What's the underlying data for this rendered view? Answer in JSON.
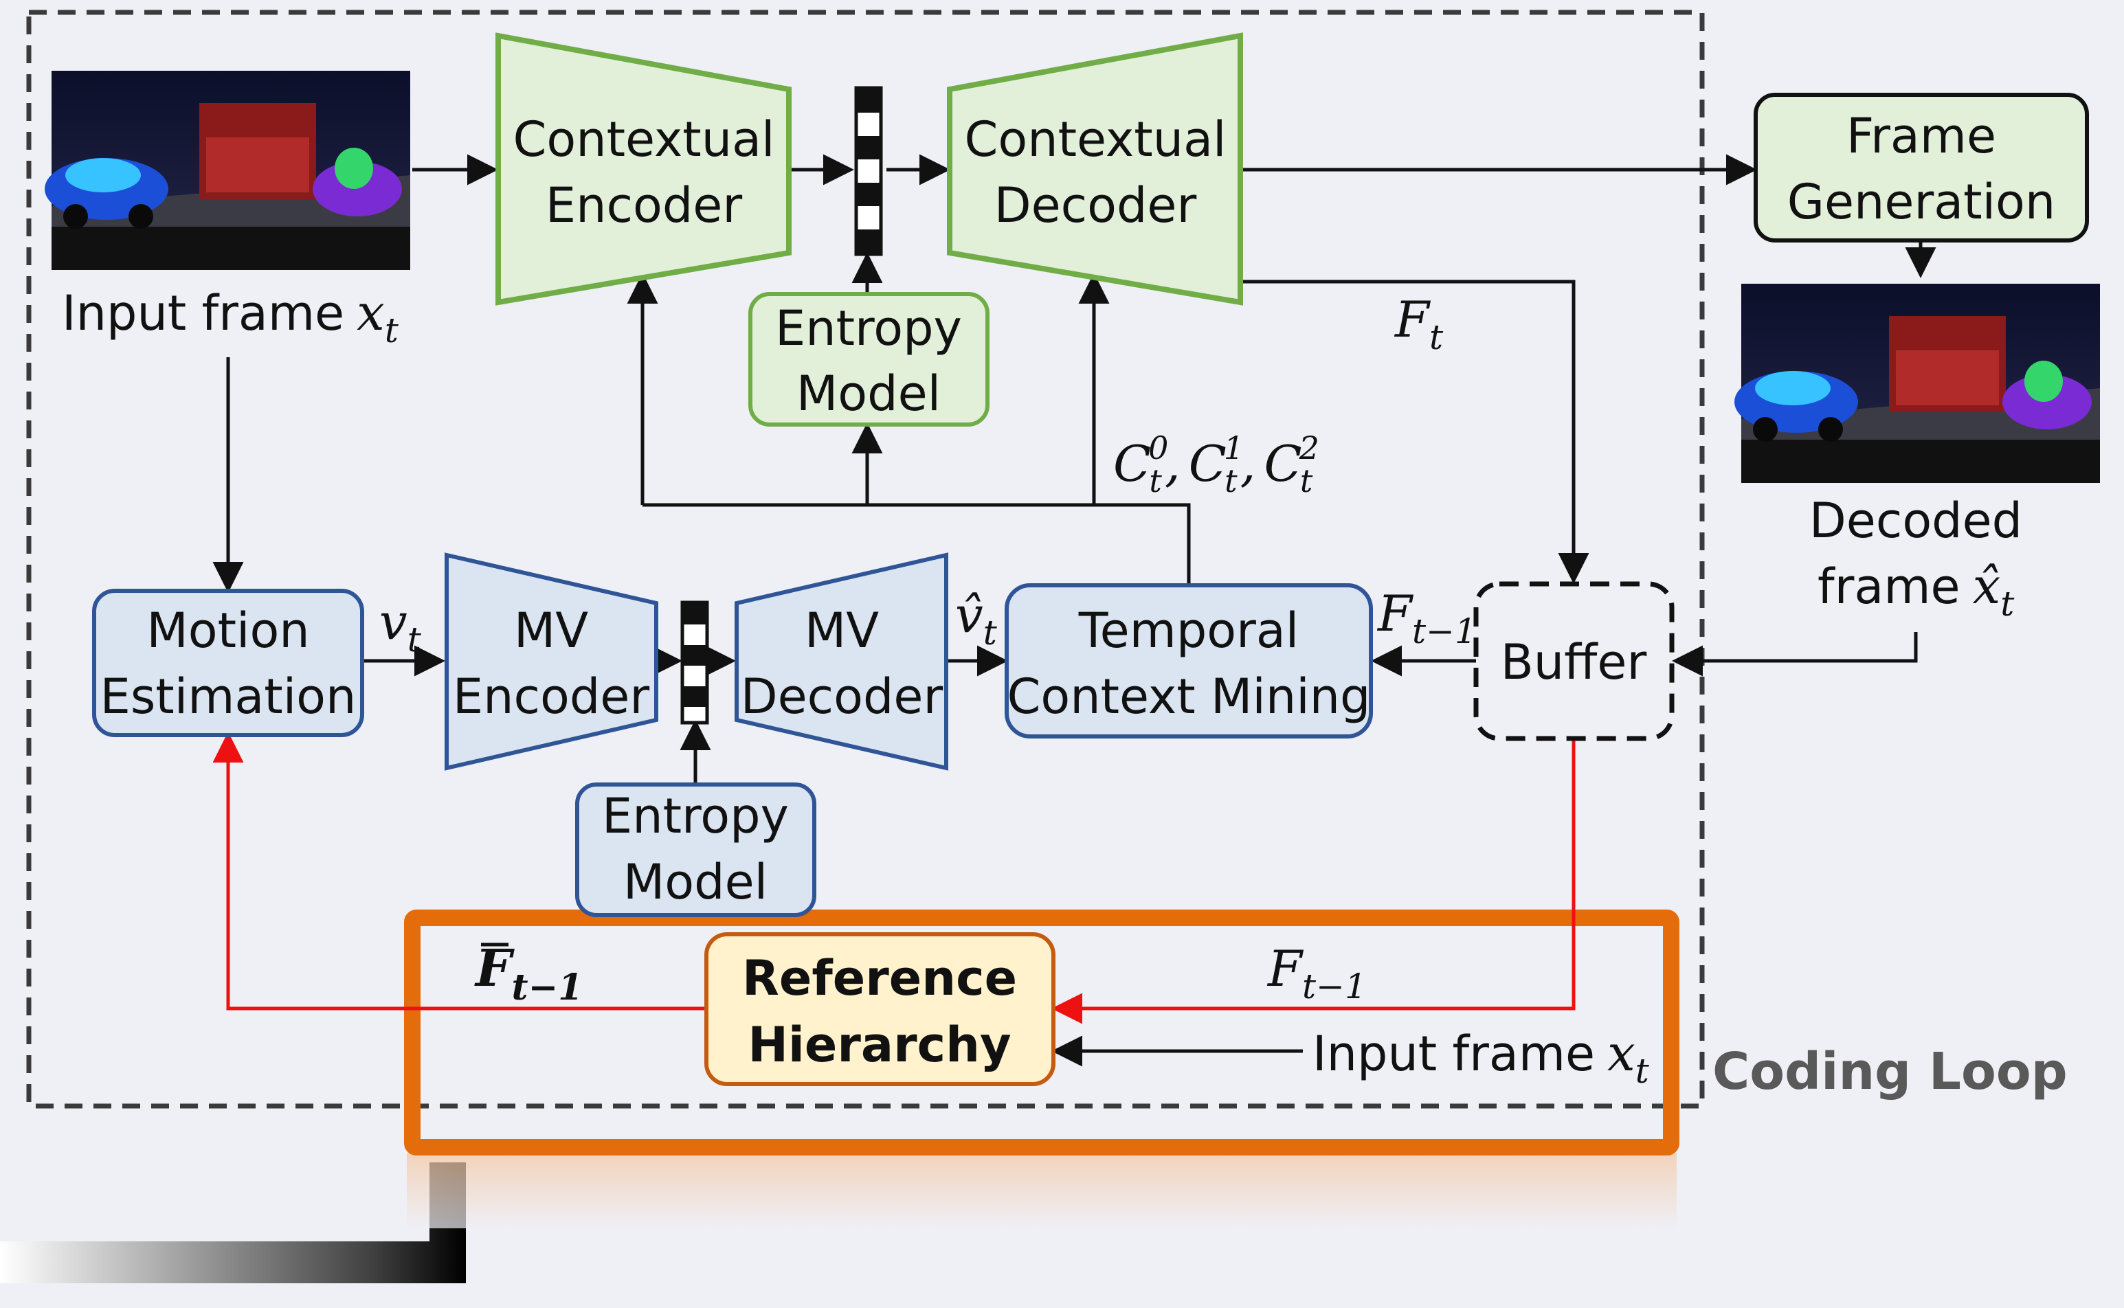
{
  "contextual_encoder": {
    "line1": "Contextual",
    "line2": "Encoder"
  },
  "contextual_decoder": {
    "line1": "Contextual",
    "line2": "Decoder"
  },
  "frame_generation": {
    "line1": "Frame",
    "line2": "Generation"
  },
  "entropy_model_top": {
    "line1": "Entropy",
    "line2": "Model"
  },
  "entropy_model_bottom": {
    "line1": "Entropy",
    "line2": "Model"
  },
  "motion_estimation": {
    "line1": "Motion",
    "line2": "Estimation"
  },
  "mv_encoder": {
    "line1": "MV",
    "line2": "Encoder"
  },
  "mv_decoder": {
    "line1": "MV",
    "line2": "Decoder"
  },
  "temporal_context_mining": {
    "line1": "Temporal",
    "line2": "Context Mining"
  },
  "buffer": {
    "label": "Buffer"
  },
  "reference_hierarchy": {
    "line1": "Reference",
    "line2": "Hierarchy"
  },
  "input_frame": {
    "label": "Input frame",
    "var": "x",
    "sub": "t"
  },
  "decoded_frame": {
    "line1": "Decoded",
    "line2": "frame",
    "var": "x̂",
    "sub": "t"
  },
  "coding_loop": {
    "label": "Coding Loop"
  },
  "symbols": {
    "F": "F",
    "t": "t",
    "t_minus_1": "t−1",
    "v": "v",
    "v_hat": "v̂",
    "C": "C",
    "sup0": "0",
    "sup1": "1",
    "sup2": "2",
    "comma": ","
  },
  "colors": {
    "green_fill": "#e2efd9",
    "green_stroke": "#70ad47",
    "blue_fill": "#dae5f1",
    "blue_stroke": "#2f5597",
    "ref_fill": "#fff2cc",
    "ref_stroke": "#c55a11",
    "orange": "#e46c0a",
    "red": "#ee1111",
    "dark": "#111111"
  }
}
